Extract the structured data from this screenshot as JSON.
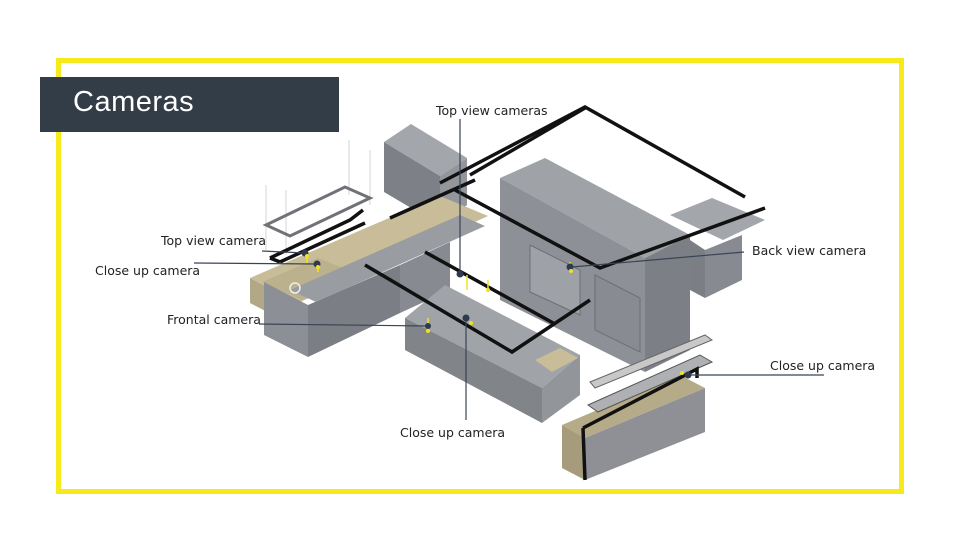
{
  "title": "Cameras",
  "labels": {
    "top_view_cameras": "Top view cameras",
    "back_view_camera": "Back view camera",
    "top_view_camera": "Top view camera",
    "close_up_camera_left": "Close up camera",
    "frontal_camera": "Frontal camera",
    "close_up_camera_bottom": "Close up camera",
    "close_up_camera_right": "Close up camera"
  },
  "colors": {
    "frame": "#f7ea1c",
    "title_bg": "#333d48",
    "cabinet": "#8a8d93",
    "counter": "#c8bd98",
    "camera_dot": "#2f3a4e",
    "marker_dot": "#f2e21d",
    "rig": "#111111"
  }
}
